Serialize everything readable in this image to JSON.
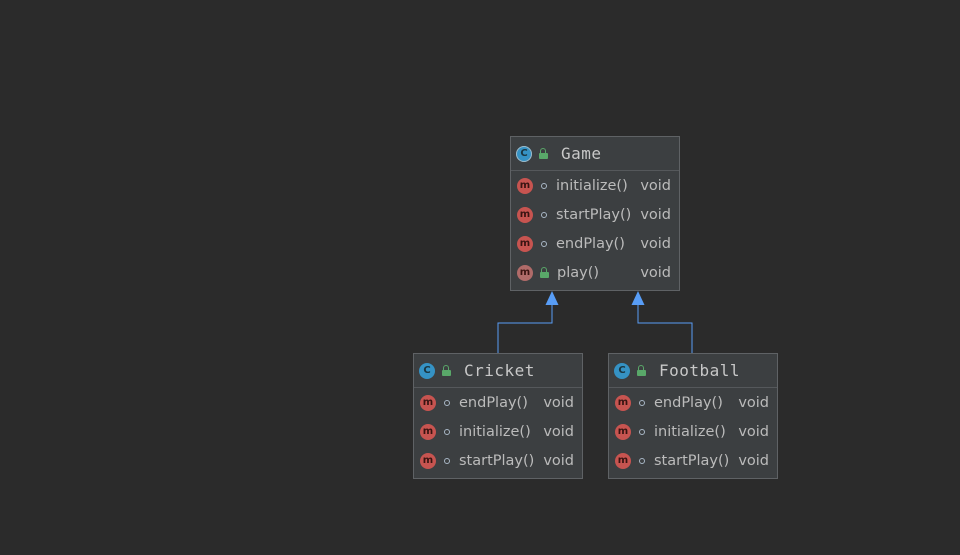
{
  "diagram": {
    "classes": [
      {
        "name": "Game",
        "kind": "abstract-class",
        "methods": [
          {
            "name": "initialize()",
            "type": "void",
            "visibility": "package"
          },
          {
            "name": "startPlay()",
            "type": "void",
            "visibility": "package"
          },
          {
            "name": "endPlay()",
            "type": "void",
            "visibility": "package"
          },
          {
            "name": "play()",
            "type": "void",
            "visibility": "public"
          }
        ]
      },
      {
        "name": "Cricket",
        "kind": "class",
        "methods": [
          {
            "name": "endPlay()",
            "type": "void",
            "visibility": "package"
          },
          {
            "name": "initialize()",
            "type": "void",
            "visibility": "package"
          },
          {
            "name": "startPlay()",
            "type": "void",
            "visibility": "package"
          }
        ]
      },
      {
        "name": "Football",
        "kind": "class",
        "methods": [
          {
            "name": "endPlay()",
            "type": "void",
            "visibility": "package"
          },
          {
            "name": "initialize()",
            "type": "void",
            "visibility": "package"
          },
          {
            "name": "startPlay()",
            "type": "void",
            "visibility": "package"
          }
        ]
      }
    ],
    "edges": [
      {
        "from": "Cricket",
        "to": "Game",
        "type": "extends"
      },
      {
        "from": "Football",
        "to": "Game",
        "type": "extends"
      }
    ],
    "icon_letters": {
      "class": "C",
      "method": "m"
    },
    "colors": {
      "background": "#2b2b2b",
      "node_fill": "#3c3f41",
      "node_border": "#5f6265",
      "edge": "#589df6",
      "class_icon": "#3592c4",
      "method_icon": "#c75450",
      "public_icon": "#59a869"
    }
  }
}
